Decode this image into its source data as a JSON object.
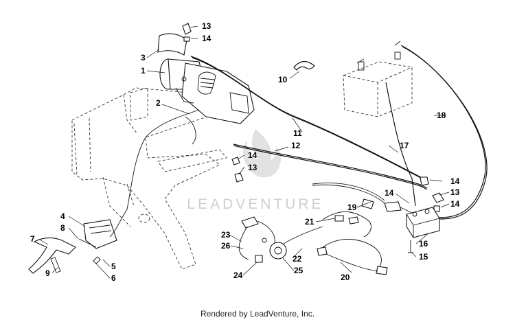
{
  "diagram": {
    "callouts": [
      "1",
      "2",
      "3",
      "4",
      "5",
      "6",
      "7",
      "8",
      "9",
      "10",
      "11",
      "12",
      "13",
      "13",
      "13",
      "14",
      "14",
      "14",
      "14",
      "14",
      "15",
      "16",
      "17",
      "18",
      "19",
      "20",
      "21",
      "22",
      "23",
      "24",
      "25",
      "26"
    ],
    "watermark": "LEADVENTURE"
  },
  "footer": {
    "text": "Rendered by LeadVenture, Inc."
  }
}
